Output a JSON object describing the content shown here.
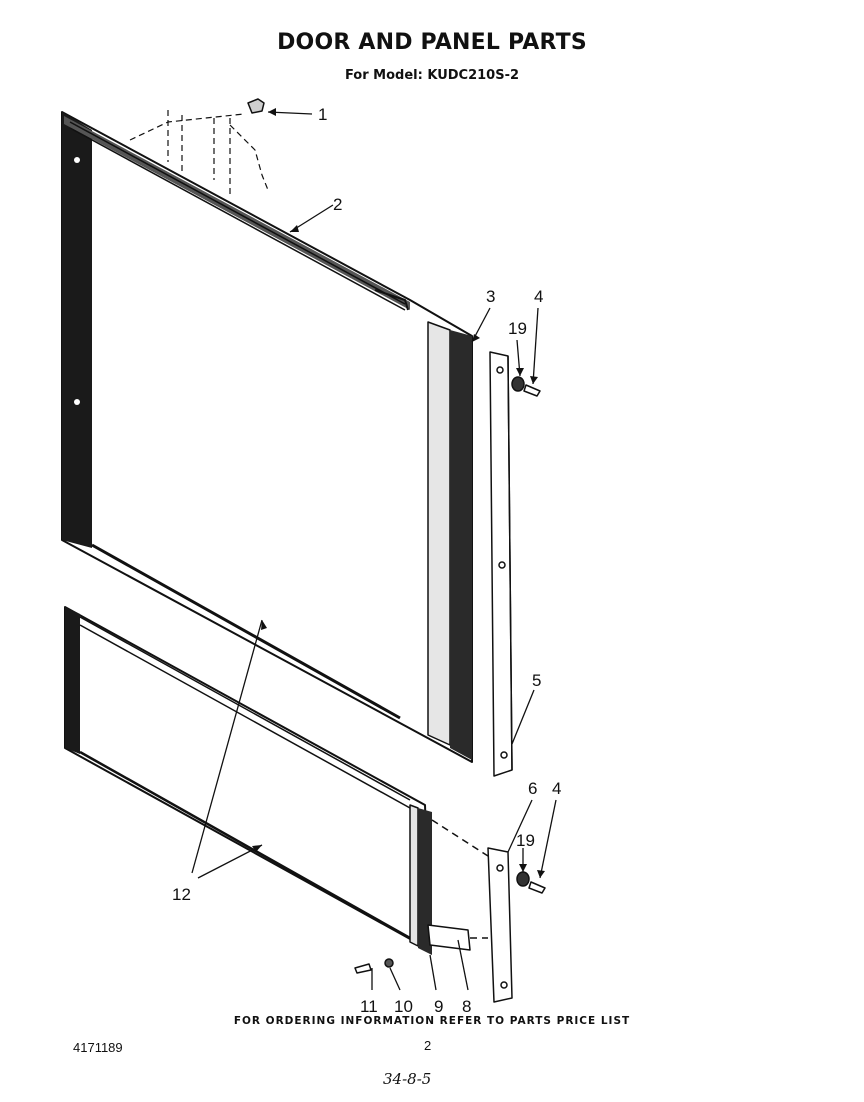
{
  "title": "DOOR AND PANEL PARTS",
  "subtitle": "For Model: KUDC210S-2",
  "footer_note": "FOR ORDERING INFORMATION REFER TO PARTS PRICE LIST",
  "document_number": "4171189",
  "page_number": "2",
  "handwritten_note": "34-8-5",
  "callouts": {
    "c1": "1",
    "c2": "2",
    "c3": "3",
    "c4a": "4",
    "c19a": "19",
    "c5": "5",
    "c6": "6",
    "c4b": "4",
    "c19b": "19",
    "c12": "12",
    "c11": "11",
    "c10": "10",
    "c9": "9",
    "c8": "8"
  }
}
